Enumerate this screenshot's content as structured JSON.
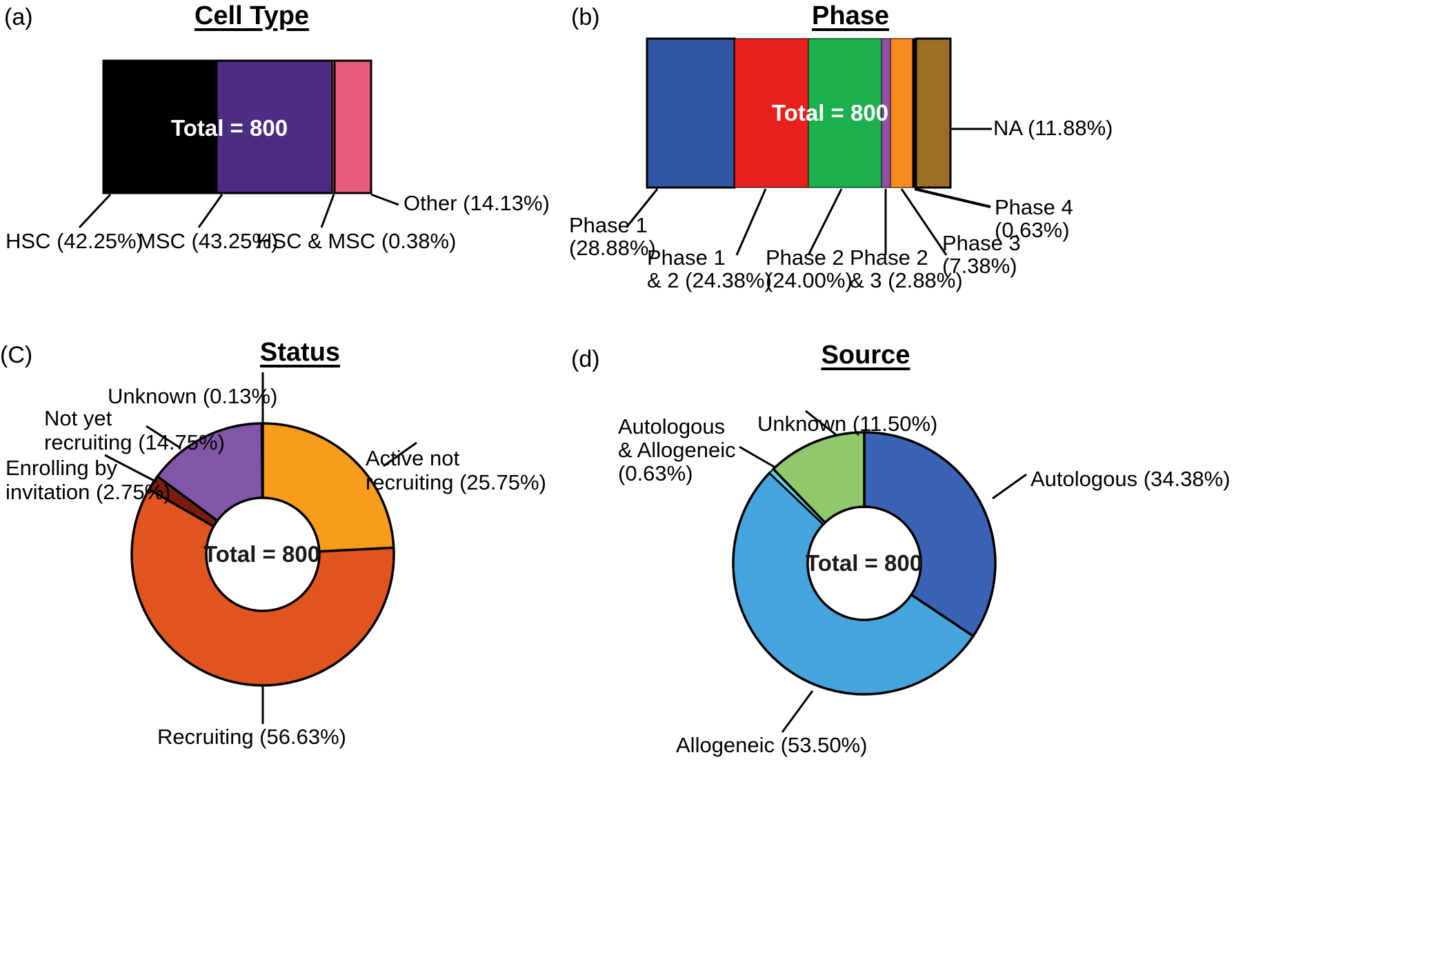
{
  "figure": {
    "total_label": "Total = 800",
    "background": "#ffffff"
  },
  "panels": {
    "a": {
      "letter": "(a)",
      "title": "Cell Type"
    },
    "b": {
      "letter": "(b)",
      "title": "Phase"
    },
    "c": {
      "letter": "(C)",
      "title": "Status"
    },
    "d": {
      "letter": "(d)",
      "title": "Source"
    }
  },
  "chart_data": [
    {
      "id": "cell-type",
      "type": "bar",
      "title": "Cell Type",
      "panel": "(a)",
      "orientation": "horizontal-stacked",
      "total": 800,
      "center_label": "Total = 800",
      "categories": [
        "HSC",
        "MSC",
        "HSC & MSC",
        "Other"
      ],
      "values": [
        42.25,
        43.25,
        0.38,
        14.13
      ],
      "unit": "%",
      "colors": [
        "#000000",
        "#4D2D82",
        "#E85C7D",
        "#E85C7D"
      ],
      "labels": [
        "HSC (42.25%)",
        "MSC (43.25%)",
        "HSC & MSC (0.38%)",
        "Other (14.13%)"
      ],
      "xlabel": "",
      "ylabel": "",
      "legend": "callout-leader-lines"
    },
    {
      "id": "phase",
      "type": "bar",
      "title": "Phase",
      "panel": "(b)",
      "orientation": "horizontal-stacked",
      "total": 800,
      "center_label": "Total = 800",
      "categories": [
        "Phase 1",
        "Phase 1 & 2",
        "Phase 2",
        "Phase 2 & 3",
        "Phase 3",
        "Phase 4",
        "NA"
      ],
      "values": [
        28.88,
        24.38,
        24.0,
        2.88,
        7.38,
        0.63,
        11.88
      ],
      "unit": "%",
      "colors": [
        "#2F55A4",
        "#E8211C",
        "#1CAF4E",
        "#9150A8",
        "#F68B1F",
        "#000000",
        "#9B7026"
      ],
      "labels": [
        "Phase 1\n(28.88%)",
        "Phase 1\n& 2 (24.38%)",
        "Phase 2\n(24.00%)",
        "Phase 2\n& 3 (2.88%)",
        "Phase 3\n(7.38%)",
        "Phase 4\n(0.63%)",
        "NA (11.88%)"
      ],
      "xlabel": "",
      "ylabel": "",
      "legend": "callout-leader-lines"
    },
    {
      "id": "status",
      "type": "pie",
      "subtype": "donut",
      "title": "Status",
      "panel": "(C)",
      "total": 800,
      "center_label": "Total = 800",
      "categories": [
        "Active not recruiting",
        "Recruiting",
        "Enrolling by invitation",
        "Not yet recruiting",
        "Unknown"
      ],
      "values": [
        25.75,
        56.63,
        2.75,
        14.75,
        0.13
      ],
      "unit": "%",
      "colors": [
        "#F89C1C",
        "#E1541F",
        "#7A1D0E",
        "#8257A8",
        "#F89C1C"
      ],
      "labels": [
        "Active not\nrecruiting (25.75%)",
        "Recruiting (56.63%)",
        "Enrolling by\ninvitation (2.75%)",
        "Not yet\nrecruiting (14.75%)",
        "Unknown (0.13%)"
      ],
      "legend": "callout-leader-lines"
    },
    {
      "id": "source",
      "type": "pie",
      "subtype": "donut",
      "title": "Source",
      "panel": "(d)",
      "total": 800,
      "center_label": "Total = 800",
      "categories": [
        "Autologous",
        "Allogeneic",
        "Autologous & Allogeneic",
        "Unknown"
      ],
      "values": [
        34.38,
        53.5,
        0.63,
        11.5
      ],
      "unit": "%",
      "colors": [
        "#3A62B5",
        "#46A5DC",
        "#5FD0EE",
        "#8FC96B"
      ],
      "labels": [
        "Autologous (34.38%)",
        "Allogeneic (53.50%)",
        "Autologous\n& Allogeneic\n(0.63%)",
        "Unknown (11.50%)"
      ],
      "legend": "callout-leader-lines"
    }
  ],
  "annotations": {
    "a": {
      "hsc": "HSC (42.25%)",
      "msc": "MSC (43.25%)",
      "hsc_msc": "HSC & MSC (0.38%)",
      "other": "Other (14.13%)"
    },
    "b": {
      "phase1_l1": "Phase 1",
      "phase1_l2": "(28.88%)",
      "phase12_l1": "Phase 1",
      "phase12_l2": "& 2 (24.38%)",
      "phase2_l1": "Phase 2",
      "phase2_l2": "(24.00%)",
      "phase23_l1": "Phase 2",
      "phase23_l2": "& 3 (2.88%)",
      "phase3_l1": "Phase 3",
      "phase3_l2": "(7.38%)",
      "phase4_l1": "Phase 4",
      "phase4_l2": "(0.63%)",
      "na": "NA (11.88%)"
    },
    "c": {
      "unknown": "Unknown (0.13%)",
      "notyet_l1": "Not yet",
      "notyet_l2": "recruiting (14.75%)",
      "enrolling_l1": "Enrolling by",
      "enrolling_l2": "invitation (2.75%)",
      "active_l1": "Active not",
      "active_l2": "recruiting (25.75%)",
      "recruiting": "Recruiting (56.63%)"
    },
    "d": {
      "auto_allo_l1": "Autologous",
      "auto_allo_l2": "& Allogeneic",
      "auto_allo_l3": "(0.63%)",
      "unknown": "Unknown (11.50%)",
      "autologous": "Autologous (34.38%)",
      "allogeneic": "Allogeneic (53.50%)"
    }
  }
}
